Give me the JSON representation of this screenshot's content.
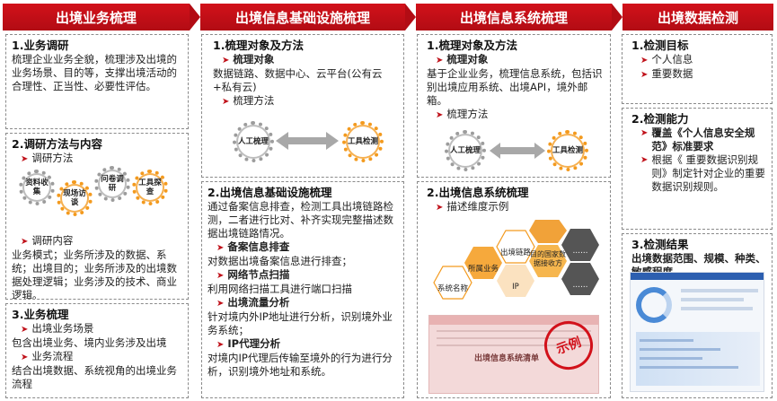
{
  "headers": [
    "出境业务梳理",
    "出境信息基础设施梳理",
    "出境信息系统梳理",
    "出境数据检测"
  ],
  "col1": {
    "s1_title": "1.业务调研",
    "s1_text": "梳理企业业务全貌，梳理涉及出境的业务场景、目的等，支撑出境活动的合理性、正当性、必要性评估。",
    "s2_title": "2.调研方法与内容",
    "s2_b1": "调研方法",
    "gears": [
      "资料收集",
      "现场访谈",
      "问卷调研",
      "工具探查"
    ],
    "s2_b2": "调研内容",
    "s2_text": "业务模式；业务所涉及的数据、系统；出境目的；业务所涉及的出境数据处理逻辑；业务涉及的技术、商业逻辑。",
    "s3_title": "3.业务梳理",
    "s3_b1": "出境业务场景",
    "s3_t1": "包含出境业务、境内业务涉及出境",
    "s3_b2": "业务流程",
    "s3_t2": "结合出境数据、系统视角的出境业务流程"
  },
  "col2": {
    "s1_title": "1.梳理对象及方法",
    "s1_b1": "梳理对象",
    "s1_t1": "数据链路、数据中心、云平台(公有云+私有云)",
    "s1_b2": "梳理方法",
    "gears": [
      "人工梳理",
      "工具检测"
    ],
    "s2_title": "2.出境信息基础设施梳理",
    "s2_text": "通过备案信息排查，检测工具出境链路检测，二者进行比对、补齐实现完整描述数据出境链路情况。",
    "items": [
      {
        "title": "备案信息排查",
        "text": "对数据出境备案信息进行排查；"
      },
      {
        "title": "网络节点扫描",
        "text": "利用网络扫描工具进行端口扫描"
      },
      {
        "title": "出境流量分析",
        "text": "针对境内外IP地址进行分析，识别境外业务系统；"
      },
      {
        "title": "IP代理分析",
        "text": "对境内IP代理后传输至境外的行为进行分析，识别境外地址和系统。"
      }
    ]
  },
  "col3": {
    "s1_title": "1.梳理对象及方法",
    "s1_b1": "梳理对象",
    "s1_t1": "基于企业业务，梳理信息系统，包括识别出境应用系统、出境API，境外邮箱。",
    "s1_b2": "梳理方法",
    "gears": [
      "人工梳理",
      "工具检测"
    ],
    "s2_title": "2.出境信息系统梳理",
    "s2_b1": "描述维度示例",
    "hexes": [
      "系统名称",
      "所属业务",
      "出境链路",
      "IP",
      "目的国家数据接收方",
      "……",
      "……"
    ],
    "table_title": "出境信息系统清单",
    "stamp": "示例"
  },
  "col4": {
    "s1_title": "1.检测目标",
    "s1_items": [
      "个人信息",
      "重要数据"
    ],
    "s2_title": "2.检测能力",
    "s2_items": [
      "覆盖《个人信息安全规范》标准要求",
      "根据《 重要数据识别规则》制定针对企业的重要数据识别规则。"
    ],
    "s3_title": "3.检测结果",
    "s3_text": "出境数据范围、规模、种类、敏感程度。"
  },
  "colors": {
    "accent": "#c0111a",
    "orange": "#f39a1e",
    "gray": "#9c9c9c"
  }
}
